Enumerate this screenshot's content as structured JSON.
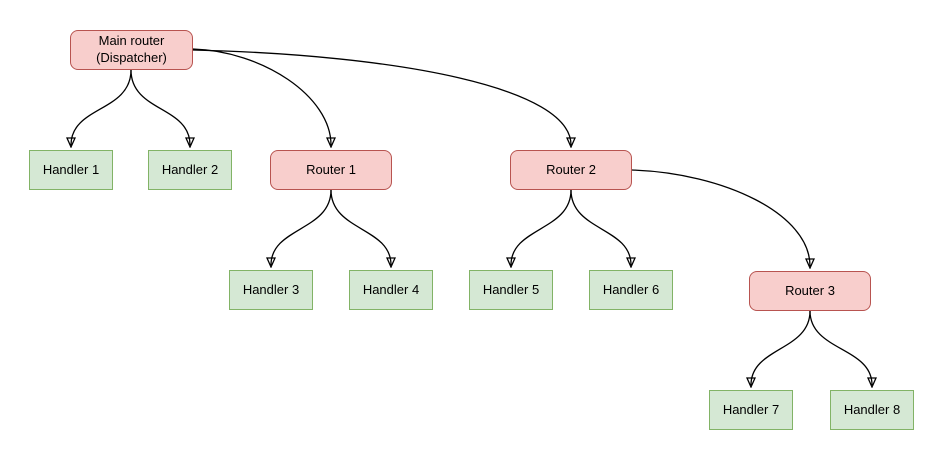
{
  "diagram": {
    "nodes": [
      {
        "id": "main-router",
        "label": "Main router\n(Dispatcher)",
        "type": "router"
      },
      {
        "id": "handler-1",
        "label": "Handler 1",
        "type": "handler"
      },
      {
        "id": "handler-2",
        "label": "Handler 2",
        "type": "handler"
      },
      {
        "id": "router-1",
        "label": "Router 1",
        "type": "router"
      },
      {
        "id": "router-2",
        "label": "Router 2",
        "type": "router"
      },
      {
        "id": "handler-3",
        "label": "Handler 3",
        "type": "handler"
      },
      {
        "id": "handler-4",
        "label": "Handler 4",
        "type": "handler"
      },
      {
        "id": "handler-5",
        "label": "Handler 5",
        "type": "handler"
      },
      {
        "id": "handler-6",
        "label": "Handler 6",
        "type": "handler"
      },
      {
        "id": "router-3",
        "label": "Router 3",
        "type": "router"
      },
      {
        "id": "handler-7",
        "label": "Handler 7",
        "type": "handler"
      },
      {
        "id": "handler-8",
        "label": "Handler 8",
        "type": "handler"
      }
    ],
    "edges": [
      {
        "from": "main-router",
        "to": "handler-1"
      },
      {
        "from": "main-router",
        "to": "handler-2"
      },
      {
        "from": "main-router",
        "to": "router-1"
      },
      {
        "from": "main-router",
        "to": "router-2"
      },
      {
        "from": "router-1",
        "to": "handler-3"
      },
      {
        "from": "router-1",
        "to": "handler-4"
      },
      {
        "from": "router-2",
        "to": "handler-5"
      },
      {
        "from": "router-2",
        "to": "handler-6"
      },
      {
        "from": "router-2",
        "to": "router-3"
      },
      {
        "from": "router-3",
        "to": "handler-7"
      },
      {
        "from": "router-3",
        "to": "handler-8"
      }
    ],
    "colors": {
      "background": "#ffffff",
      "router_fill": "#f8cecc",
      "router_border": "#b85450",
      "handler_fill": "#d5e8d4",
      "handler_border": "#82b366",
      "edge": "#000000"
    }
  }
}
